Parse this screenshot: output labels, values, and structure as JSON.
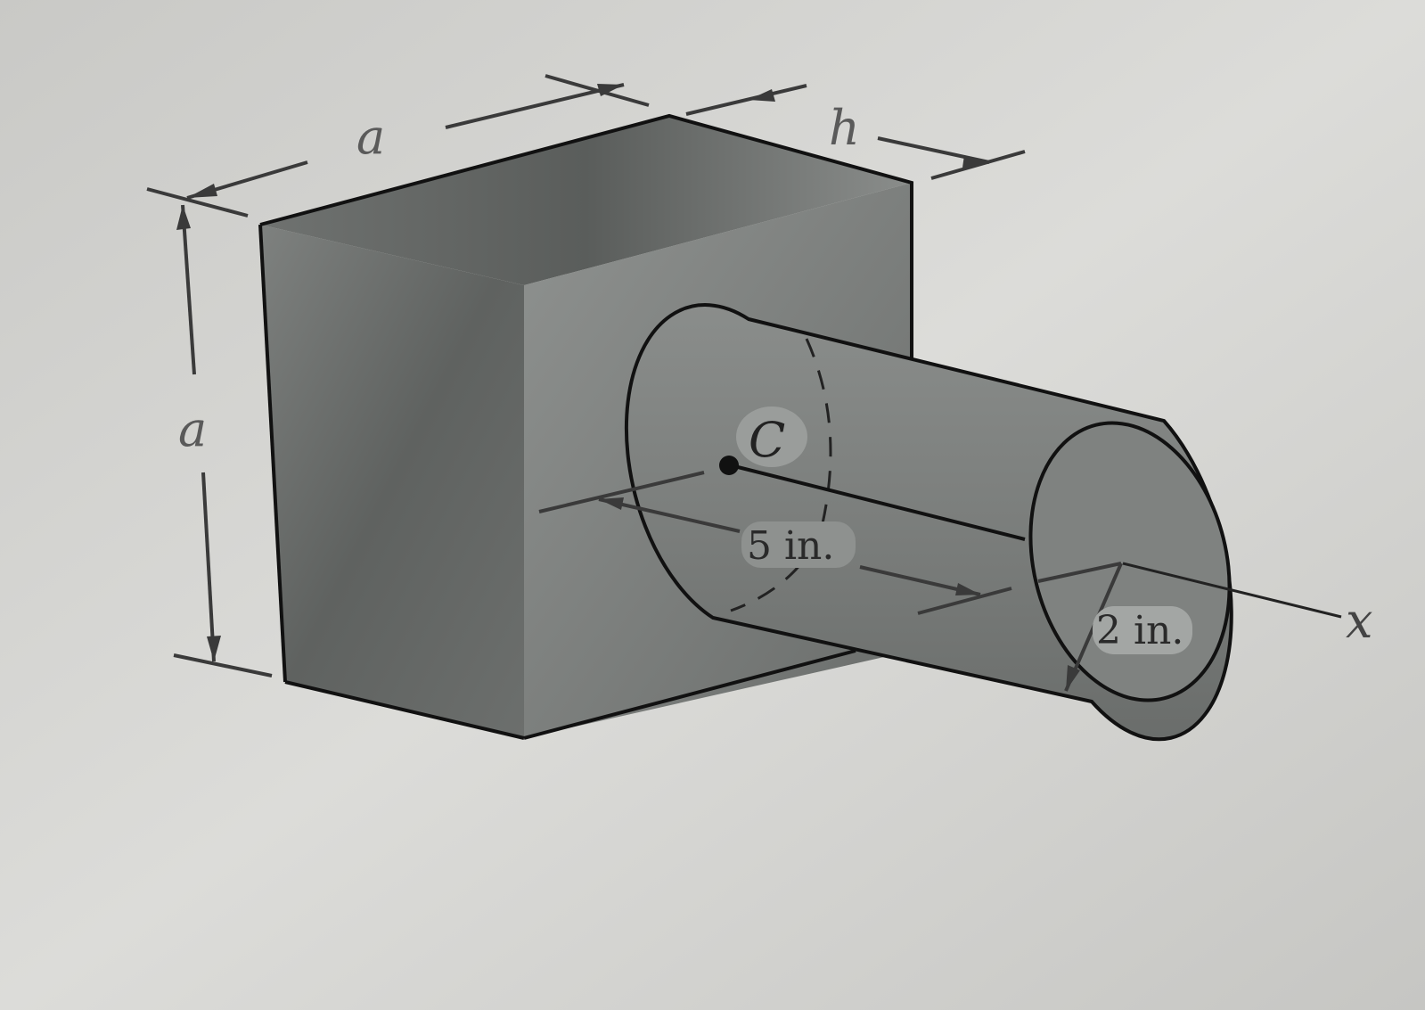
{
  "labels": {
    "block_width": "a",
    "block_height": "a",
    "block_depth": "h",
    "centroid": "C",
    "cylinder_length": "5 in.",
    "cylinder_radius": "2 in.",
    "axis": "x"
  },
  "colors": {
    "background": "#d9d9d6",
    "block_front": "#6e716f",
    "block_side": "#8a8d8b",
    "block_top": "#7a7d7b",
    "cylinder": "#7d807e"
  }
}
